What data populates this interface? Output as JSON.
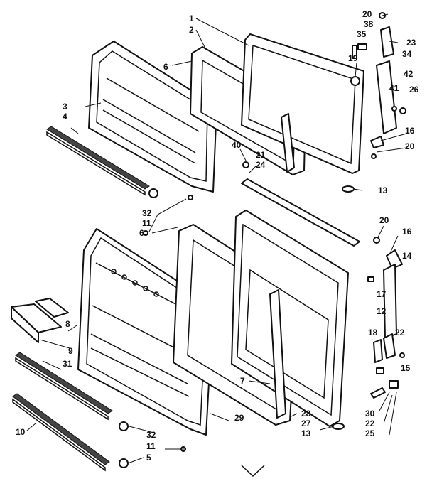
{
  "diagram": {
    "callouts": [
      "1",
      "2",
      "3",
      "4",
      "6",
      "20",
      "38",
      "35",
      "23",
      "34",
      "19",
      "42",
      "41",
      "26",
      "16",
      "20",
      "40",
      "21",
      "24",
      "13",
      "32",
      "11",
      "20",
      "16",
      "14",
      "17",
      "12",
      "18",
      "22",
      "15",
      "7",
      "8",
      "9",
      "31",
      "10",
      "32",
      "11",
      "5",
      "29",
      "28",
      "27",
      "13",
      "30",
      "22",
      "25",
      "6"
    ]
  }
}
